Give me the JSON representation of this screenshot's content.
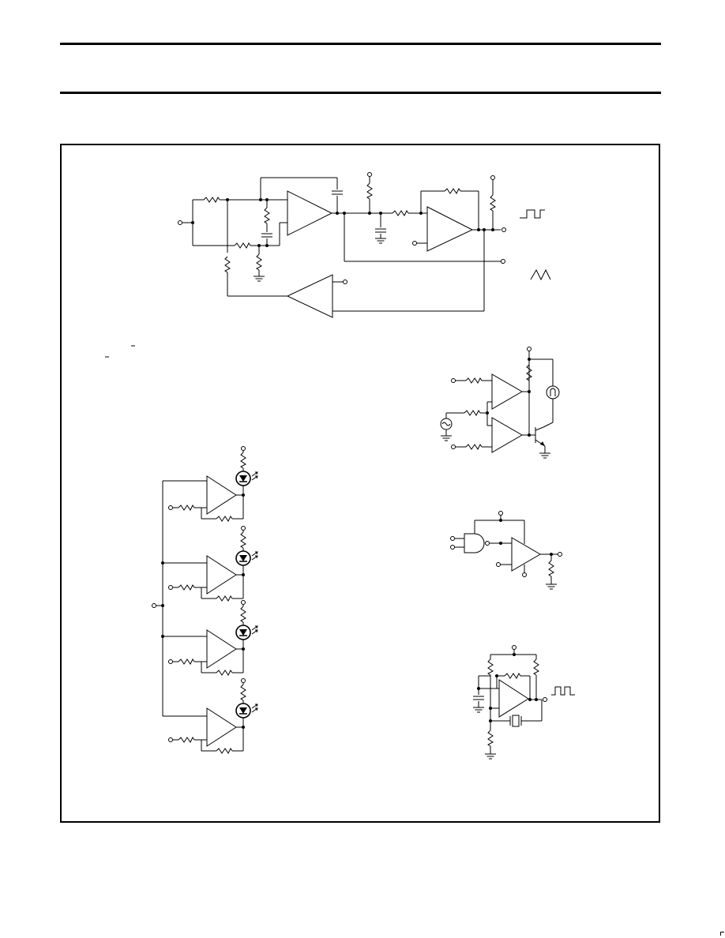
{
  "page": {
    "note": ""
  },
  "figure": {
    "circuits": [
      {
        "id": "triangle-square-generator"
      },
      {
        "id": "led-driver-array"
      },
      {
        "id": "lamp-driver"
      },
      {
        "id": "gate-driven-comparator"
      },
      {
        "id": "crystal-oscillator"
      }
    ]
  }
}
